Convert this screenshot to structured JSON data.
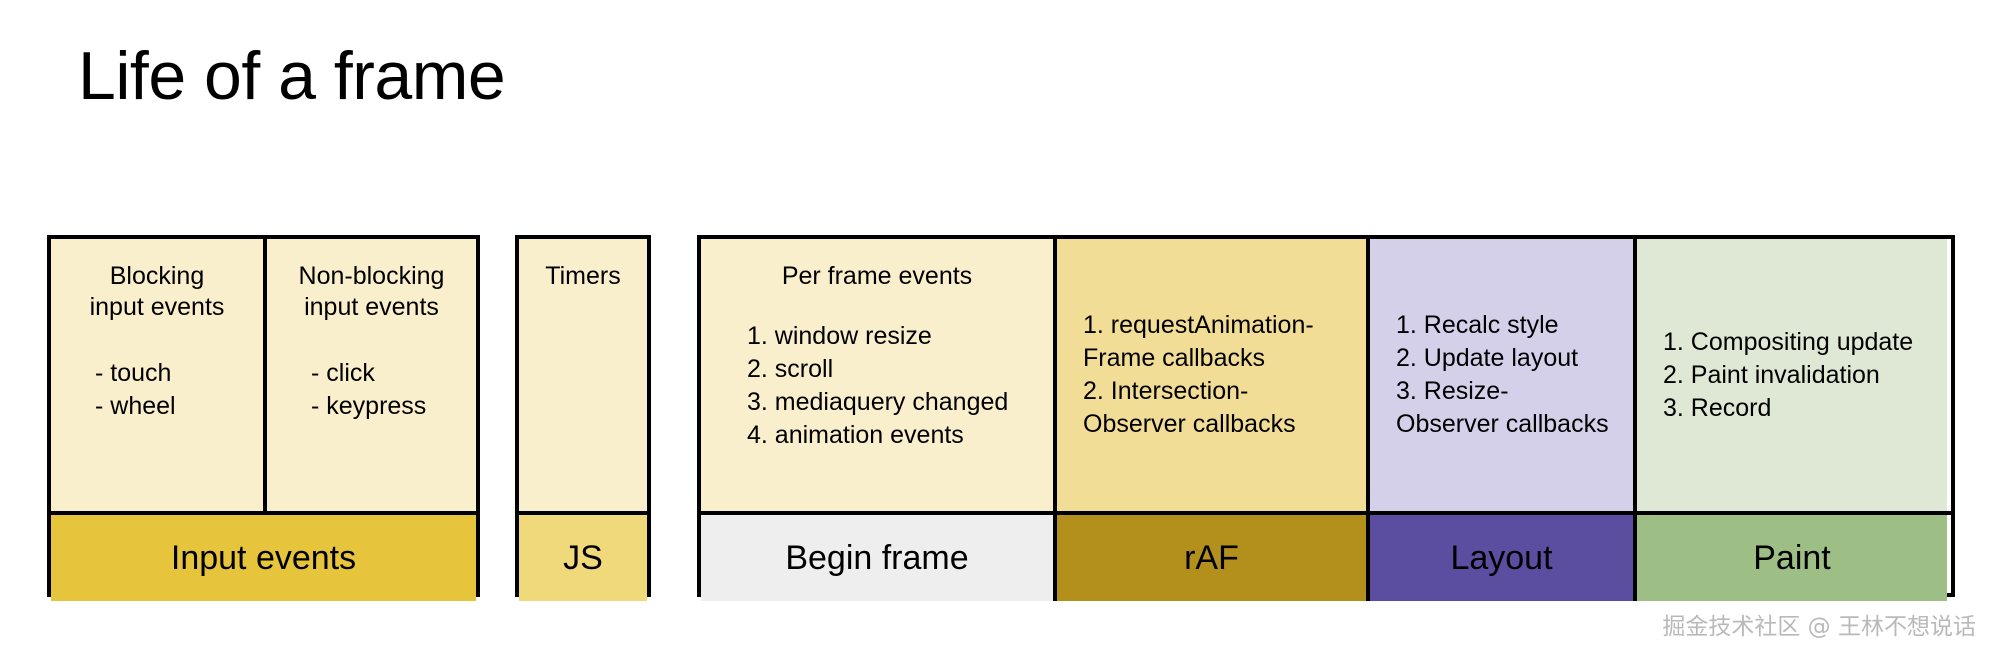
{
  "page": {
    "title": "Life of a frame",
    "watermark": "掘金技术社区 @ 王林不想说话",
    "background": "#ffffff"
  },
  "colors": {
    "cream": "#faefcd",
    "cream_light": "#fbf2d8",
    "yellow_soft": "#f2dd96",
    "gold": "#e6c53c",
    "gold_light": "#f0d97a",
    "gold_dark": "#b3901c",
    "lavender": "#d4d0ea",
    "purple": "#5b4ea0",
    "mint": "#dfe8d4",
    "green": "#9dbf85",
    "gray_light": "#eeeeee",
    "stroke": "#000000"
  },
  "groups": [
    {
      "name": "input-events-group",
      "label": "Input events",
      "label_fill": "#e6c53c",
      "cells": [
        {
          "name": "blocking-input-events",
          "fill": "#faefcd",
          "heading": "Blocking\ninput events",
          "items": [
            "- touch",
            "- wheel"
          ],
          "list_style": "dash"
        },
        {
          "name": "non-blocking-input-events",
          "fill": "#faefcd",
          "heading": "Non-blocking\ninput events",
          "items": [
            "- click",
            "- keypress"
          ],
          "list_style": "dash"
        }
      ]
    },
    {
      "name": "js-group",
      "label": "JS",
      "label_fill": "#f0d97a",
      "cells": [
        {
          "name": "timers",
          "fill": "#faefcd",
          "heading": "Timers",
          "items": [],
          "list_style": "none"
        }
      ]
    },
    {
      "name": "frame-pipeline-group",
      "label": null,
      "cells": [
        {
          "name": "begin-frame",
          "fill": "#faefcd",
          "heading": "Per frame events",
          "items": [
            "1. window resize",
            "2. scroll",
            "3. mediaquery changed",
            "4. animation events"
          ],
          "list_style": "numbered",
          "label": "Begin frame",
          "label_fill": "#eeeeee"
        },
        {
          "name": "raf",
          "fill": "#f2dd96",
          "heading": null,
          "items": [
            "1. requestAnimation-\nFrame callbacks",
            "2. Intersection-\nObserver callbacks"
          ],
          "list_style": "numbered-centered",
          "label": "rAF",
          "label_fill": "#b3901c"
        },
        {
          "name": "layout",
          "fill": "#d4d0ea",
          "heading": null,
          "items": [
            "1. Recalc style",
            "2. Update layout",
            "3. Resize-\nObserver callbacks"
          ],
          "list_style": "numbered-centered",
          "label": "Layout",
          "label_fill": "#5b4ea0"
        },
        {
          "name": "paint",
          "fill": "#dfe8d4",
          "heading": null,
          "items": [
            "1. Compositing update",
            "2. Paint invalidation",
            "3. Record"
          ],
          "list_style": "numbered-centered",
          "label": "Paint",
          "label_fill": "#9dbf85"
        }
      ]
    }
  ]
}
